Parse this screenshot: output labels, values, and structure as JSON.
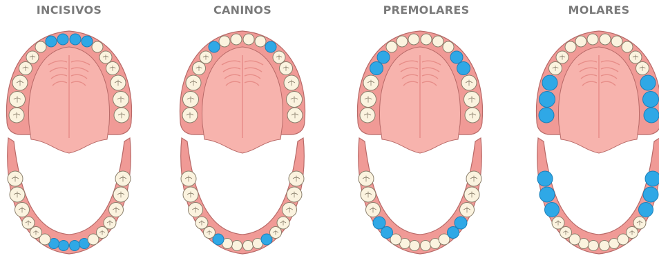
{
  "colors": {
    "title": "#7a7a7a",
    "gum": "#f09a96",
    "gum_outline": "#b86a68",
    "palate": "#f7b3ad",
    "palate_lines": "#e78d88",
    "tooth": "#fbf3df",
    "tooth_outline": "#8a7f6c",
    "highlight": "#2fa8e6",
    "highlight_outline": "#1b7fb8"
  },
  "panels": [
    {
      "title": "INCISIVOS",
      "highlight": "incisor-teeth"
    },
    {
      "title": "CANINOS",
      "highlight": "canine-teeth"
    },
    {
      "title": "PREMOLARES",
      "highlight": "premolar-teeth"
    },
    {
      "title": "MOLARES",
      "highlight": "molar-teeth"
    }
  ]
}
